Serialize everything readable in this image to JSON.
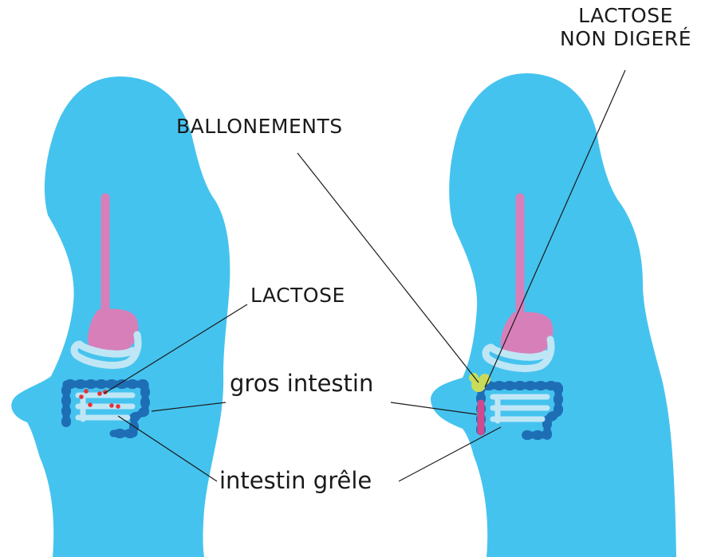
{
  "labels": {
    "lactose_non_digere_line1": "LACTOSE",
    "lactose_non_digere_line2": "NON DIGERÉ",
    "ballonements": "BALLONEMENTS",
    "lactose": "LACTOSE",
    "gros_intestin": "gros intestin",
    "intestin_grele": "intestin grêle"
  },
  "colors": {
    "body": "#45c3ef",
    "stomach": "#d77fb9",
    "large_intestine": "#1e6eb5",
    "small_intestine": "#bfe6f5",
    "lactose_dots": "#e5323b",
    "gas_bubble": "#c9dc5a",
    "leader_lines": "#1a1a1a"
  }
}
